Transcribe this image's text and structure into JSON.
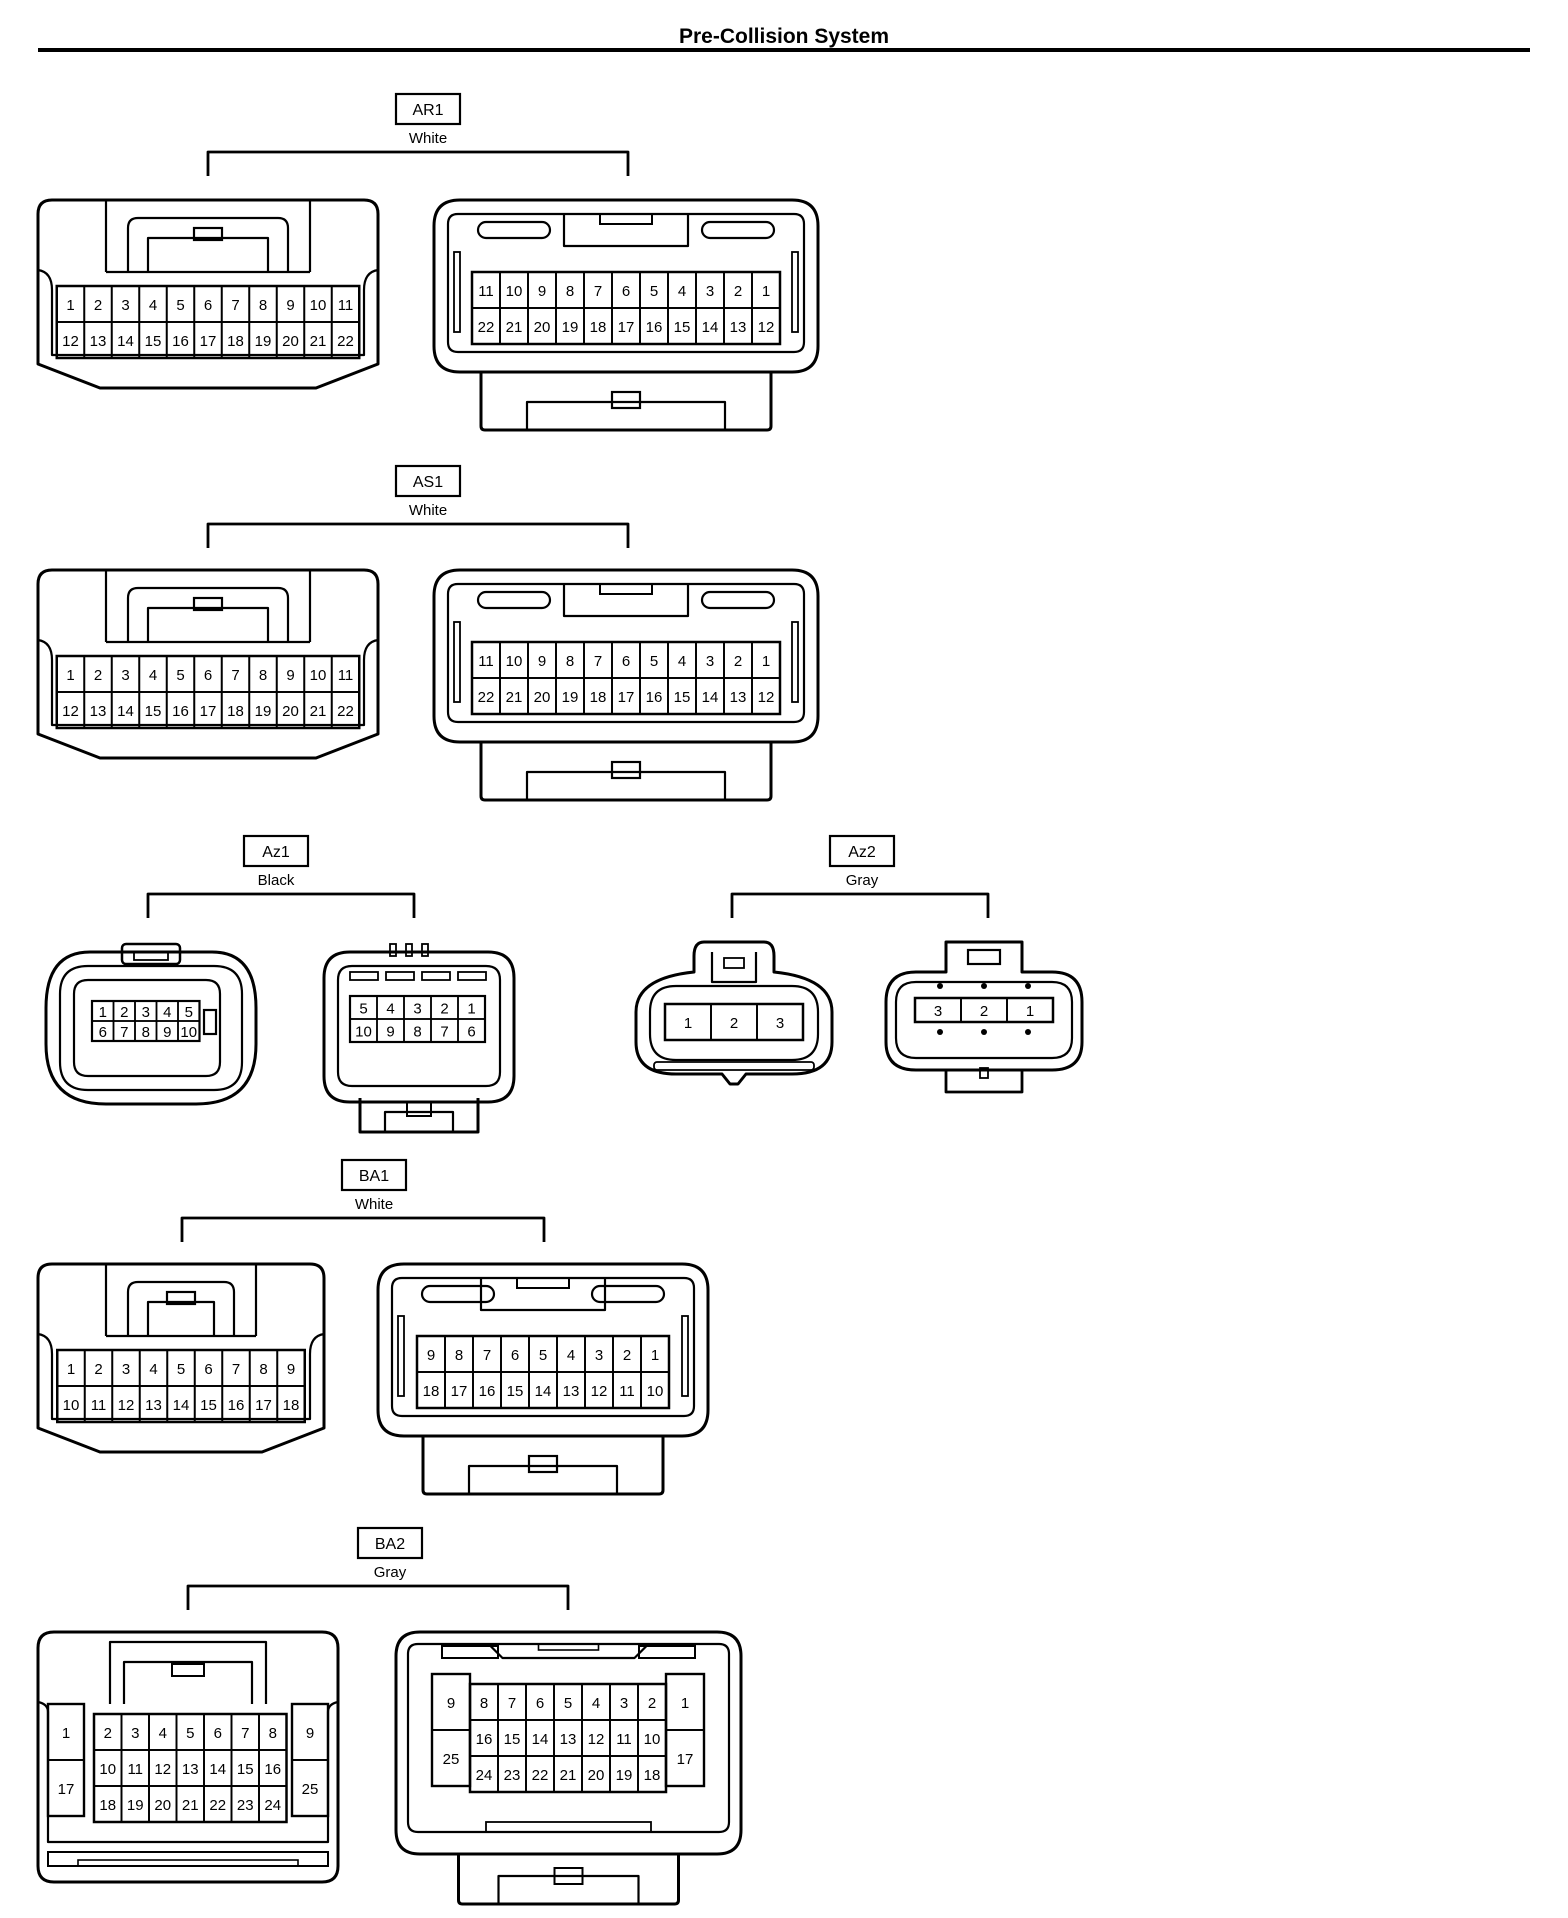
{
  "page": {
    "title": "Pre-Collision System"
  },
  "connectors": [
    {
      "id": "ar1",
      "code": "AR1",
      "color": "White",
      "views": [
        {
          "rows": [
            [
              "1",
              "2",
              "3",
              "4",
              "5",
              "6",
              "7",
              "8",
              "9",
              "10",
              "11"
            ],
            [
              "12",
              "13",
              "14",
              "15",
              "16",
              "17",
              "18",
              "19",
              "20",
              "21",
              "22"
            ]
          ]
        },
        {
          "rows": [
            [
              "11",
              "10",
              "9",
              "8",
              "7",
              "6",
              "5",
              "4",
              "3",
              "2",
              "1"
            ],
            [
              "22",
              "21",
              "20",
              "19",
              "18",
              "17",
              "16",
              "15",
              "14",
              "13",
              "12"
            ]
          ]
        }
      ]
    },
    {
      "id": "as1",
      "code": "AS1",
      "color": "White",
      "views": [
        {
          "rows": [
            [
              "1",
              "2",
              "3",
              "4",
              "5",
              "6",
              "7",
              "8",
              "9",
              "10",
              "11"
            ],
            [
              "12",
              "13",
              "14",
              "15",
              "16",
              "17",
              "18",
              "19",
              "20",
              "21",
              "22"
            ]
          ]
        },
        {
          "rows": [
            [
              "11",
              "10",
              "9",
              "8",
              "7",
              "6",
              "5",
              "4",
              "3",
              "2",
              "1"
            ],
            [
              "22",
              "21",
              "20",
              "19",
              "18",
              "17",
              "16",
              "15",
              "14",
              "13",
              "12"
            ]
          ]
        }
      ]
    },
    {
      "id": "az1",
      "code": "Az1",
      "color": "Black",
      "views": [
        {
          "rows": [
            [
              "1",
              "2",
              "3",
              "4",
              "5"
            ],
            [
              "6",
              "7",
              "8",
              "9",
              "10"
            ]
          ]
        },
        {
          "rows": [
            [
              "5",
              "4",
              "3",
              "2",
              "1"
            ],
            [
              "10",
              "9",
              "8",
              "7",
              "6"
            ]
          ]
        }
      ]
    },
    {
      "id": "az2",
      "code": "Az2",
      "color": "Gray",
      "views": [
        {
          "rows": [
            [
              "1",
              "2",
              "3"
            ]
          ]
        },
        {
          "rows": [
            [
              "3",
              "2",
              "1"
            ]
          ]
        }
      ]
    },
    {
      "id": "ba1",
      "code": "BA1",
      "color": "White",
      "views": [
        {
          "rows": [
            [
              "1",
              "2",
              "3",
              "4",
              "5",
              "6",
              "7",
              "8",
              "9"
            ],
            [
              "10",
              "11",
              "12",
              "13",
              "14",
              "15",
              "16",
              "17",
              "18"
            ]
          ]
        },
        {
          "rows": [
            [
              "9",
              "8",
              "7",
              "6",
              "5",
              "4",
              "3",
              "2",
              "1"
            ],
            [
              "18",
              "17",
              "16",
              "15",
              "14",
              "13",
              "12",
              "11",
              "10"
            ]
          ]
        }
      ]
    },
    {
      "id": "ba2",
      "code": "BA2",
      "color": "Gray",
      "views": [
        {
          "left": [
            "1",
            "17"
          ],
          "rows": [
            [
              "2",
              "3",
              "4",
              "5",
              "6",
              "7",
              "8"
            ],
            [
              "10",
              "11",
              "12",
              "13",
              "14",
              "15",
              "16"
            ],
            [
              "18",
              "19",
              "20",
              "21",
              "22",
              "23",
              "24"
            ]
          ],
          "right": [
            "9",
            "25"
          ]
        },
        {
          "left": [
            "9",
            "25"
          ],
          "rows": [
            [
              "8",
              "7",
              "6",
              "5",
              "4",
              "3",
              "2"
            ],
            [
              "16",
              "15",
              "14",
              "13",
              "12",
              "11",
              "10"
            ],
            [
              "24",
              "23",
              "22",
              "21",
              "20",
              "19",
              "18"
            ]
          ],
          "right": [
            "1",
            "17"
          ]
        }
      ]
    }
  ]
}
